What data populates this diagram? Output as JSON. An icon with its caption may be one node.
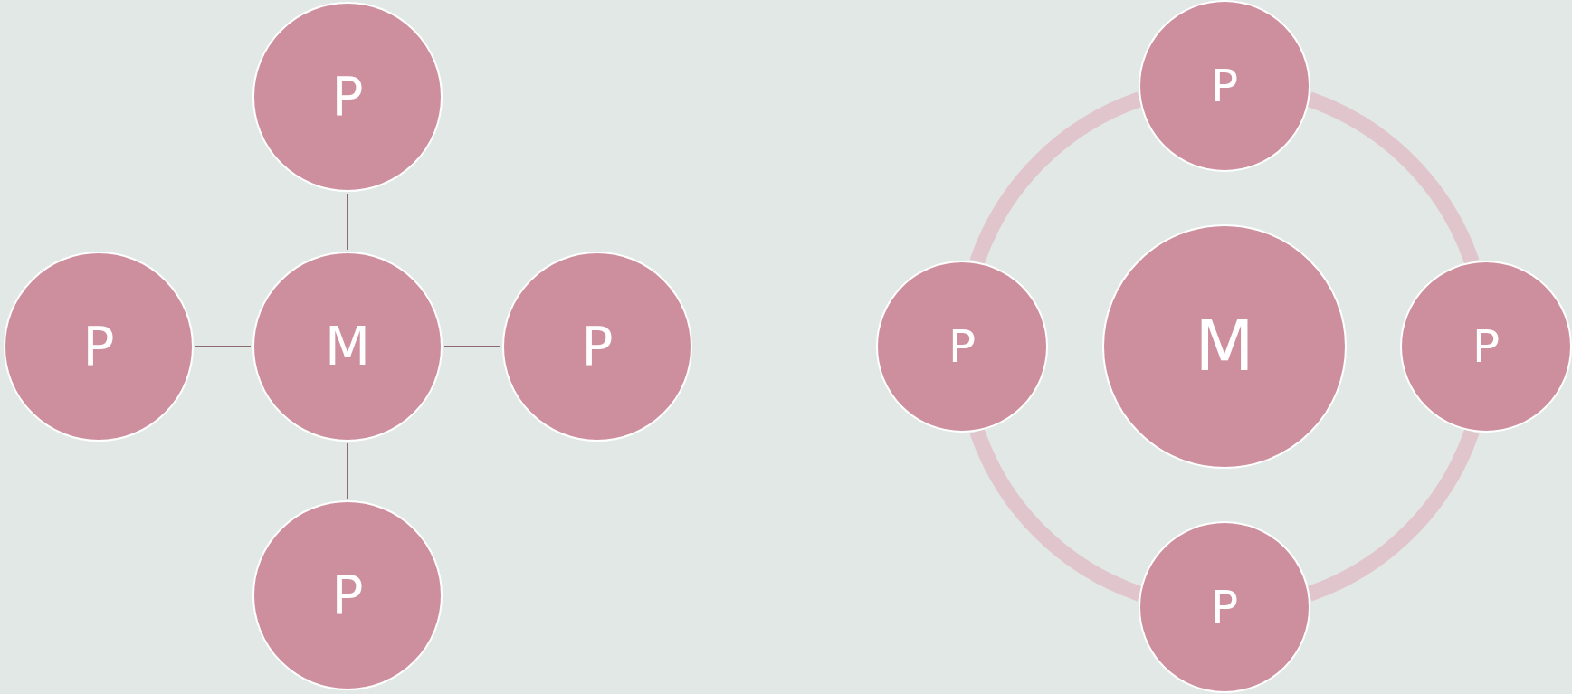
{
  "diagram": {
    "nodes": [
      {
        "text": [
          "P"
        ]
      },
      {
        "text": [
          "P"
        ]
      },
      {
        "text": [
          "M"
        ]
      },
      {
        "text": [
          "P"
        ]
      },
      {
        "text": [
          "P"
        ]
      },
      {
        "text": [
          "P"
        ]
      },
      {
        "text": [
          "P"
        ]
      },
      {
        "text": [
          "M"
        ]
      },
      {
        "text": [
          "P"
        ]
      },
      {
        "text": [
          "P"
        ]
      }
    ],
    "edges": [
      {
        "from": 2,
        "to": 0,
        "arrow": "none"
      },
      {
        "from": 2,
        "to": 1,
        "arrow": "none"
      },
      {
        "from": 2,
        "to": 3,
        "arrow": "none"
      },
      {
        "from": 2,
        "to": 4,
        "arrow": "none"
      },
      {
        "from": 5,
        "to": 8,
        "arrow": "none",
        "style": "thick",
        "color": "#e1c5cc"
      },
      {
        "from": 8,
        "to": 9,
        "arrow": "none",
        "style": "thick",
        "color": "#e1c5cc"
      },
      {
        "from": 9,
        "to": 6,
        "arrow": "none",
        "style": "thick",
        "color": "#e1c5cc"
      },
      {
        "from": 6,
        "to": 5,
        "arrow": "none",
        "style": "thick",
        "color": "#e1c5cc"
      }
    ]
  }
}
